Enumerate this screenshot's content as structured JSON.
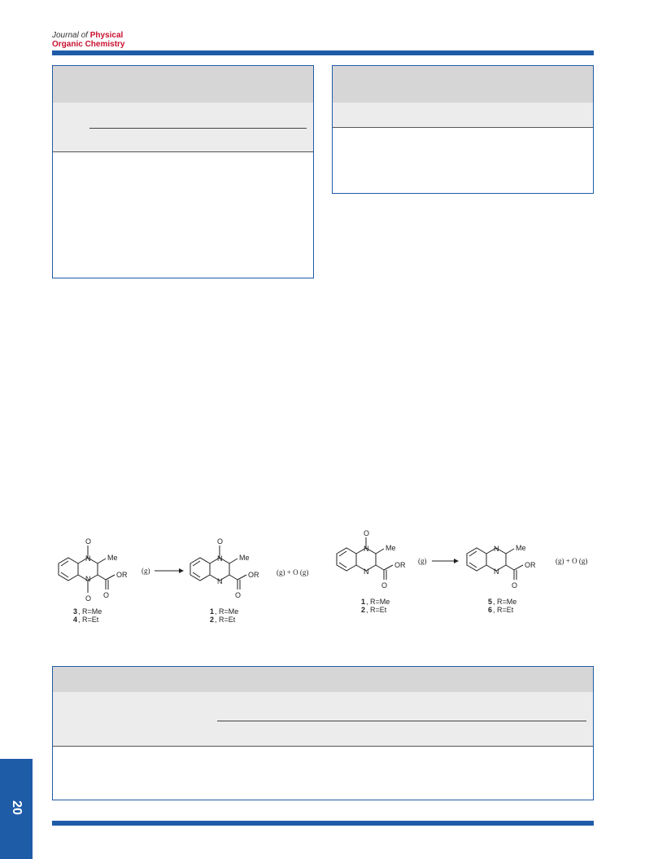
{
  "header": {
    "journal_line1_prefix": "Journal of",
    "journal_line1_bold": "Physical",
    "journal_line2": "Organic Chemistry",
    "accent_color": "#c8102e",
    "rule_color": "#1f5ca8"
  },
  "scheme_left": {
    "reactant_substituent": "Me",
    "reactant_ester": "OR",
    "reactant_labels": [
      {
        "num": "3",
        "text": ", R=Me"
      },
      {
        "num": "4",
        "text": ", R=Et"
      }
    ],
    "phase_reactant": "(g)",
    "product_substituent": "Me",
    "product_ester": "OR",
    "product_labels": [
      {
        "num": "1",
        "text": ", R=Me"
      },
      {
        "num": "2",
        "text": ", R=Et"
      }
    ],
    "phase_products": "(g) + O  (g)",
    "atom_N": "N",
    "atom_O": "O"
  },
  "scheme_right": {
    "reactant_substituent": "Me",
    "reactant_ester": "OR",
    "reactant_labels": [
      {
        "num": "1",
        "text": ", R=Me"
      },
      {
        "num": "2",
        "text": ", R=Et"
      }
    ],
    "phase_reactant": "(g)",
    "product_substituent": "Me",
    "product_ester": "OR",
    "product_labels": [
      {
        "num": "5",
        "text": ", R=Me"
      },
      {
        "num": "6",
        "text": ", R=Et"
      }
    ],
    "phase_products": "(g) + O  (g)",
    "atom_N": "N",
    "atom_O": "O"
  },
  "page": {
    "number": "20",
    "tab_color": "#1f5ca8"
  }
}
